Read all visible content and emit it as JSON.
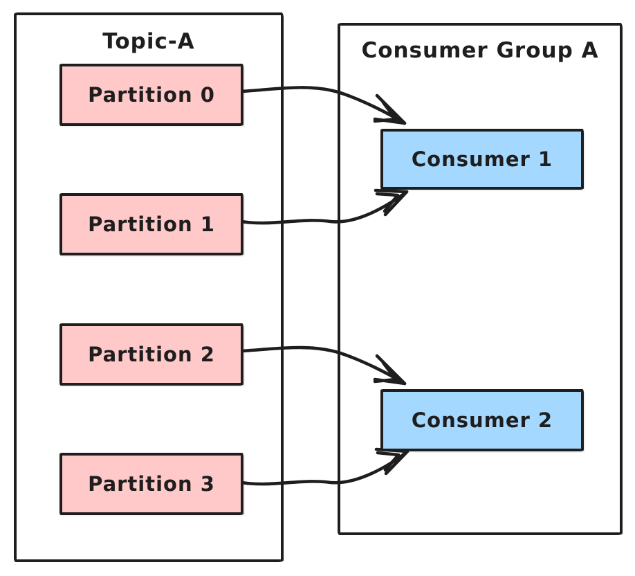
{
  "diagram": {
    "topic": {
      "title": "Topic-A",
      "partitions": [
        {
          "label": "Partition 0"
        },
        {
          "label": "Partition 1"
        },
        {
          "label": "Partition 2"
        },
        {
          "label": "Partition 3"
        }
      ]
    },
    "consumer_group": {
      "title": "Consumer Group A",
      "consumers": [
        {
          "label": "Consumer 1"
        },
        {
          "label": "Consumer 2"
        }
      ]
    },
    "connections": [
      {
        "from": "Partition 0",
        "to": "Consumer 1"
      },
      {
        "from": "Partition 1",
        "to": "Consumer 1"
      },
      {
        "from": "Partition 2",
        "to": "Consumer 2"
      },
      {
        "from": "Partition 3",
        "to": "Consumer 2"
      }
    ],
    "colors": {
      "stroke": "#1e1e1e",
      "partition_fill": "#ffc9c9",
      "consumer_fill": "#a5d8ff",
      "background": "#ffffff"
    }
  }
}
